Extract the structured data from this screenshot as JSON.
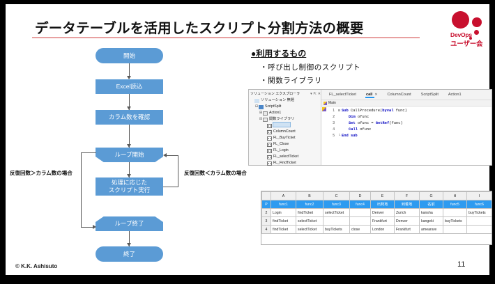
{
  "slide": {
    "title": "データテーブルを活用したスクリプト分割方法の概要",
    "page_number": "11",
    "footer": "© K.K. Ashisuto",
    "accent_color": "#e8a0a0",
    "node_color": "#5b9bd5",
    "logo": {
      "line1": "DevOps",
      "line2": "ユーザー会",
      "color": "#c8102e"
    }
  },
  "flowchart": {
    "nodes": [
      {
        "label": "開始",
        "shape": "terminator"
      },
      {
        "label": "Excel読込",
        "shape": "process"
      },
      {
        "label": "カラム数を確認",
        "shape": "process"
      },
      {
        "label": "ループ開始",
        "shape": "loop-start"
      },
      {
        "label": "処理に応じた\nスクリプト実行",
        "line1": "処理に応じた",
        "line2": "スクリプト実行",
        "shape": "process"
      },
      {
        "label": "ループ終了",
        "shape": "loop-end"
      },
      {
        "label": "終了",
        "shape": "terminator"
      }
    ],
    "conditions": {
      "left": "反復回数＞カラム数の場合",
      "right": "反復回数＜カラム数の場合"
    }
  },
  "bullets": {
    "heading": "●利用するもの",
    "items": [
      "・呼び出し制御のスクリプト",
      "・関数ライブラリ"
    ]
  },
  "ide": {
    "tree_title": "ソリューション エクスプローラ",
    "tree_pin": "▾",
    "tree_dock": "⇱",
    "tree_close": "✕",
    "tree_items": [
      {
        "label": "ソリューション 無題",
        "depth": 0,
        "icon": "solution",
        "expander": ""
      },
      {
        "label": "ScriptSplit",
        "depth": 1,
        "icon": "project",
        "expander": "⊟"
      },
      {
        "label": "Action1",
        "depth": 2,
        "icon": "folder",
        "expander": "⊞"
      },
      {
        "label": "関数ライブラリ",
        "depth": 2,
        "icon": "folder",
        "expander": "⊟"
      },
      {
        "label": "",
        "depth": 3,
        "icon": "module",
        "expander": "",
        "selected": true
      },
      {
        "label": "ColumnCount",
        "depth": 3,
        "icon": "module",
        "expander": ""
      },
      {
        "label": "FL_BuyTicket",
        "depth": 3,
        "icon": "module",
        "expander": ""
      },
      {
        "label": "FL_Close",
        "depth": 3,
        "icon": "module",
        "expander": ""
      },
      {
        "label": "FL_Login",
        "depth": 3,
        "icon": "module",
        "expander": ""
      },
      {
        "label": "FL_selectTicket",
        "depth": 3,
        "icon": "module",
        "expander": ""
      },
      {
        "label": "FL_FindTicket",
        "depth": 3,
        "icon": "module",
        "expander": ""
      }
    ],
    "tabs": [
      {
        "label": "FL_selectTicket",
        "active": false
      },
      {
        "label": "call",
        "active": true,
        "close": "✕"
      },
      {
        "label": "ColumnCount",
        "active": false
      },
      {
        "label": "ScriptSplit",
        "active": false
      },
      {
        "label": "Action1",
        "active": false
      }
    ],
    "scope": "Main",
    "code": [
      {
        "num": "1",
        "fold": "⊟",
        "indent": 0,
        "tokens": [
          {
            "t": "Sub ",
            "k": true
          },
          {
            "t": "CallProcedure(",
            "k": false
          },
          {
            "t": "byval",
            "k": true
          },
          {
            "t": " func)",
            "k": false
          }
        ]
      },
      {
        "num": "2",
        "fold": "",
        "indent": 1,
        "tokens": [
          {
            "t": "Dim",
            "k": true
          },
          {
            "t": " ofunc",
            "k": false
          }
        ]
      },
      {
        "num": "3",
        "fold": "",
        "indent": 1,
        "tokens": [
          {
            "t": "Set",
            "k": true
          },
          {
            "t": " ofunc = ",
            "k": false
          },
          {
            "t": "GetRef",
            "k": true
          },
          {
            "t": "(func)",
            "k": false
          }
        ]
      },
      {
        "num": "4",
        "fold": "",
        "indent": 1,
        "tokens": [
          {
            "t": "Call",
            "k": true
          },
          {
            "t": " ofunc",
            "k": false
          }
        ]
      },
      {
        "num": "5",
        "fold": "└",
        "indent": 0,
        "tokens": [
          {
            "t": "End sub",
            "k": true
          }
        ]
      }
    ]
  },
  "spreadsheet": {
    "column_headers": [
      "A",
      "B",
      "C",
      "D",
      "E",
      "F",
      "G",
      "H",
      "I"
    ],
    "row_headers": [
      "P",
      "2",
      "3",
      "4"
    ],
    "field_row": [
      "func1",
      "func2",
      "func3",
      "func4",
      "出発地",
      "到着地",
      "名前",
      "func5",
      "func6"
    ],
    "rows": [
      [
        "Login",
        "findTicket",
        "selectTicket",
        "",
        "Denver",
        "Zurich",
        "kansha",
        "",
        "buyTickets"
      ],
      [
        "findTicket",
        "selectTicket",
        "",
        "",
        "Frankfurt",
        "Denver",
        "kangeki",
        "buyTickets",
        ""
      ],
      [
        "findTicket",
        "selectTicket",
        "buyTickets",
        "close",
        "London",
        "Frankfurt",
        "amearare",
        "",
        ""
      ]
    ],
    "header_color": "#2e9bf0"
  }
}
